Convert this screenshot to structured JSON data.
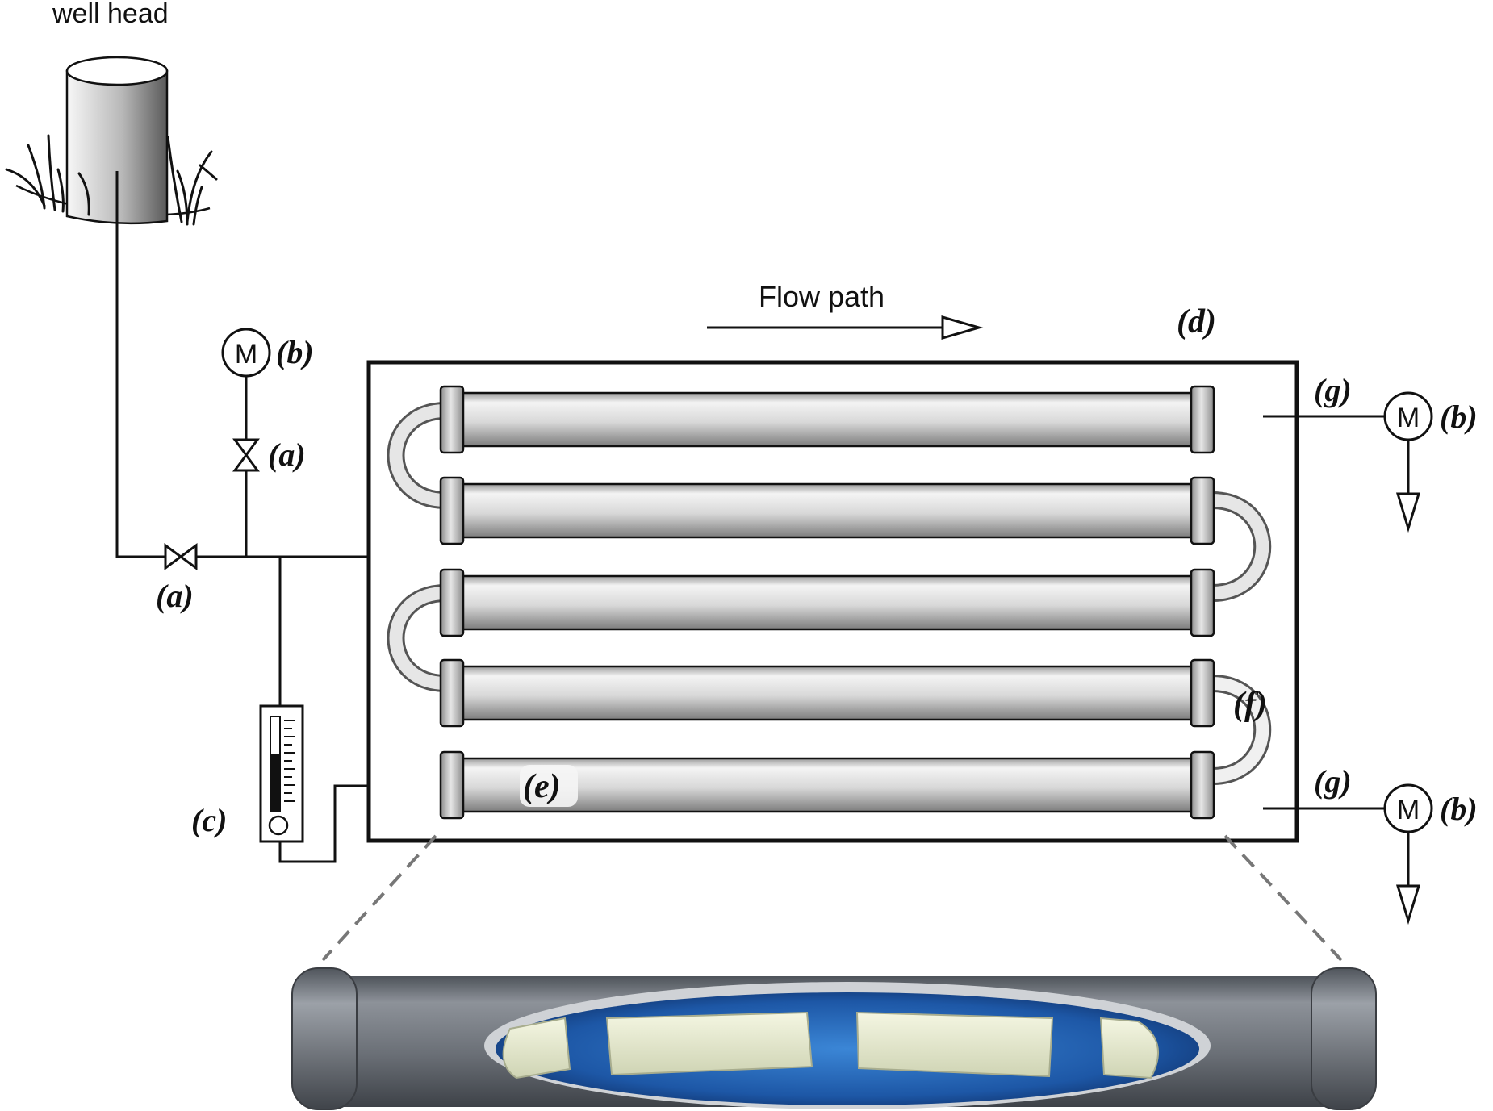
{
  "labels": {
    "well_head": "well head",
    "flow_path": "Flow path",
    "a_left": "(a)",
    "a_top": "(a)",
    "b_top": "(b)",
    "b_right_top": "(b)",
    "b_right_bottom": "(b)",
    "c": "(c)",
    "d": "(d)",
    "e": "(e)",
    "f": "(f)",
    "g_top": "(g)",
    "g_bottom": "(g)",
    "meter_symbol_1": "M",
    "meter_symbol_2": "M",
    "meter_symbol_3": "M"
  },
  "colors": {
    "line": "#111111",
    "tube_light": "#f2f2f2",
    "tube_dark": "#8a8a8a",
    "detail_tube": "#6e737a",
    "detail_water": "#1f63b5",
    "detail_media": "#e8ecd2"
  },
  "tube_count": 5
}
